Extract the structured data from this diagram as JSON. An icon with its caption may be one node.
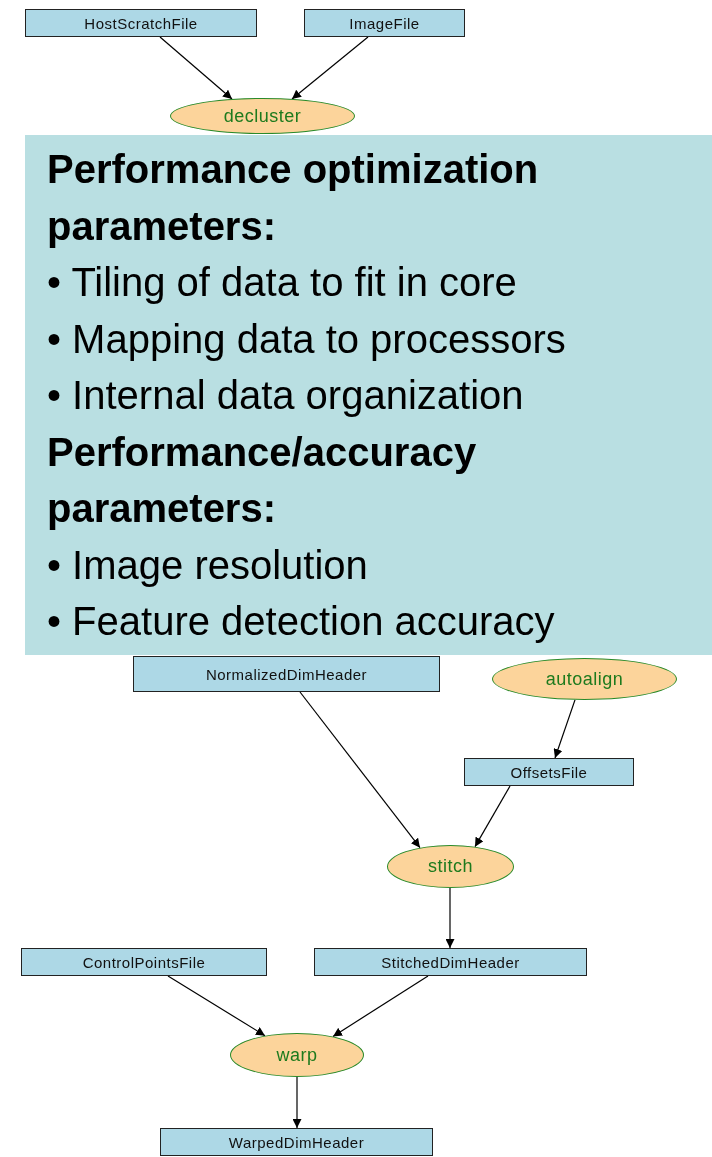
{
  "diagram": {
    "nodes": [
      {
        "text": [
          "HostScratchFile"
        ]
      },
      {
        "text": [
          "ImageFile"
        ]
      },
      {
        "text": [
          "decluster"
        ]
      },
      {
        "text": [
          "Performance optimization parameters:",
          "• Tiling of data to fit in core",
          "• Mapping data to processors",
          "• Internal data organization",
          "Performance/accuracy parameters:",
          "• Image resolution",
          "• Feature detection accuracy"
        ]
      },
      {
        "text": [
          "NormalizedDimHeader"
        ]
      },
      {
        "text": [
          "autoalign"
        ]
      },
      {
        "text": [
          "OffsetsFile"
        ]
      },
      {
        "text": [
          "stitch"
        ]
      },
      {
        "text": [
          "ControlPointsFile"
        ]
      },
      {
        "text": [
          "StitchedDimHeader"
        ]
      },
      {
        "text": [
          "warp"
        ]
      },
      {
        "text": [
          "WarpedDimHeader"
        ]
      }
    ],
    "edges": [
      {
        "from": 0,
        "to": 2,
        "arrow": "to"
      },
      {
        "from": 1,
        "to": 2,
        "arrow": "to"
      },
      {
        "from": 4,
        "to": 7,
        "arrow": "to"
      },
      {
        "from": 5,
        "to": 6,
        "arrow": "to"
      },
      {
        "from": 6,
        "to": 7,
        "arrow": "to"
      },
      {
        "from": 7,
        "to": 9,
        "arrow": "to"
      },
      {
        "from": 8,
        "to": 10,
        "arrow": "to"
      },
      {
        "from": 9,
        "to": 10,
        "arrow": "to"
      },
      {
        "from": 10,
        "to": 11,
        "arrow": "to"
      }
    ]
  }
}
